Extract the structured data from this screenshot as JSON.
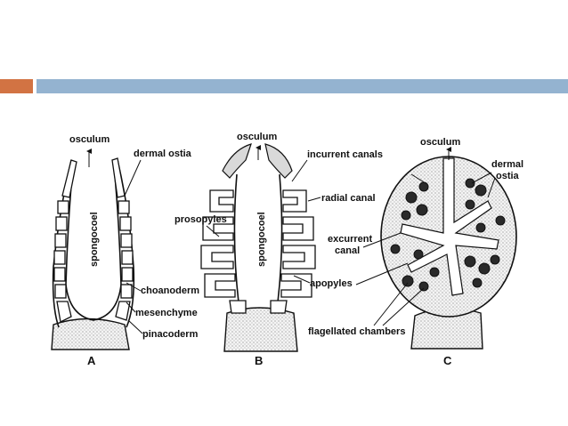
{
  "colors": {
    "accent_bar": "#d27343",
    "title_bar": "#94b3d0"
  },
  "panels": [
    {
      "letter": "A",
      "labels": {
        "osculum": "osculum",
        "dermal_ostia": "dermal ostia",
        "spongocoel": "spongocoel",
        "choanoderm": "choanoderm",
        "mesenchyme": "mesenchyme",
        "pinacoderm": "pinacoderm"
      }
    },
    {
      "letter": "B",
      "labels": {
        "osculum": "osculum",
        "prosopyles": "prosopyles",
        "spongocoel": "spongocoel",
        "incurrent_canals": "incurrent canals",
        "radial_canal": "radial canal",
        "apopyles": "apopyles"
      }
    },
    {
      "letter": "C",
      "labels": {
        "osculum": "osculum",
        "dermal_ostia_line1": "dermal",
        "dermal_ostia_line2": "ostia",
        "excurrent_canal_line1": "excurrent",
        "excurrent_canal_line2": "canal",
        "flagellated_chambers": "flagellated chambers"
      }
    }
  ]
}
